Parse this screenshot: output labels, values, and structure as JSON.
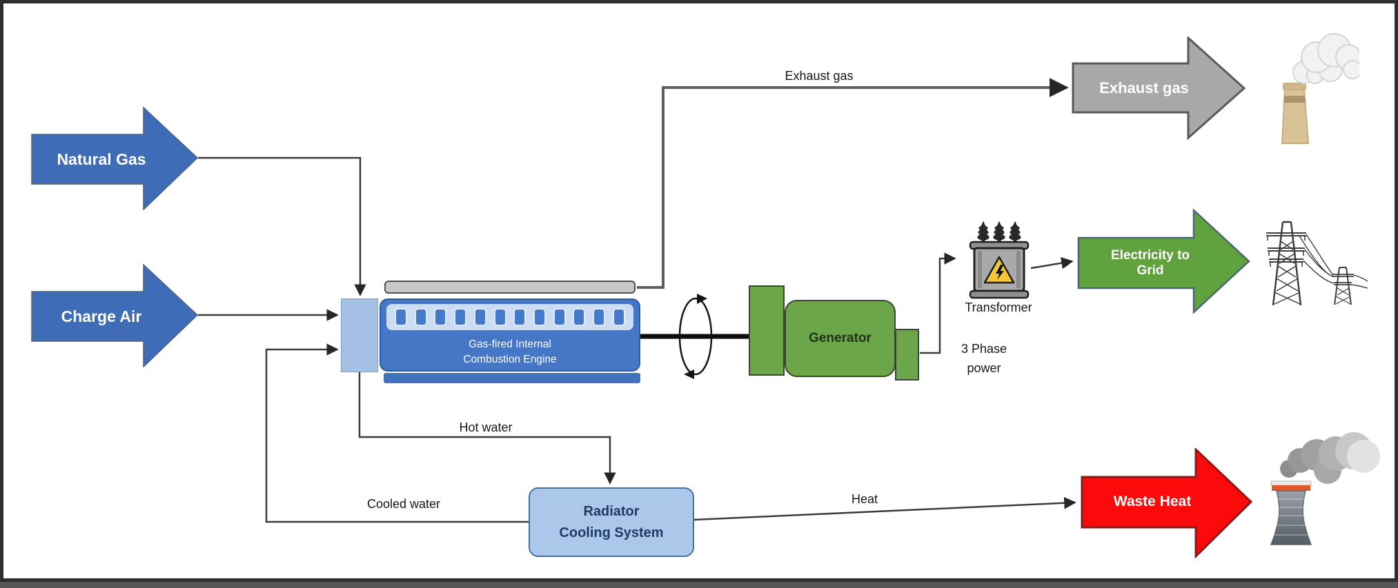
{
  "diagram": {
    "inputs": [
      {
        "label": "Natural Gas"
      },
      {
        "label": "Charge Air"
      }
    ],
    "engine": {
      "line1": "Gas-fired Internal",
      "line2": "Combustion Engine"
    },
    "generator": {
      "label": "Generator"
    },
    "transformer": {
      "label": "Transformer"
    },
    "three_phase": {
      "line1": "3 Phase",
      "line2": "power"
    },
    "radiator": {
      "line1": "Radiator",
      "line2": "Cooling System"
    },
    "flows": {
      "exhaust": "Exhaust gas",
      "hot_water": "Hot water",
      "cooled_water": "Cooled water",
      "heat": "Heat"
    },
    "outputs": {
      "exhaust": {
        "label": "Exhaust gas"
      },
      "grid": {
        "line1": "Electricity to",
        "line2": "Grid"
      },
      "waste": {
        "label": "Waste Heat"
      }
    },
    "colors": {
      "input_arrow": "#3e6cb7",
      "engine_body": "#4676c6",
      "engine_manifold": "#a5c1e6",
      "generator": "#6ca64a",
      "grid_arrow": "#5fa23e",
      "exhaust_arrow": "#a8a8a8",
      "waste_heat_arrow": "#fa0a0a",
      "radiator": "#abc8ea",
      "connector": "#3a3a3a"
    }
  }
}
